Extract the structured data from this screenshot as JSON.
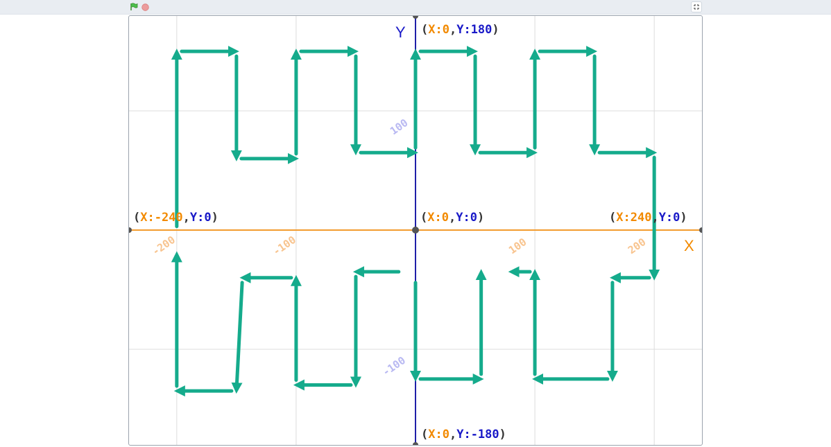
{
  "toolbar": {
    "green_flag_icon": "flag-icon",
    "stop_icon": "stop-sign-icon",
    "fullscreen_icon": "fullscreen-exit-icon"
  },
  "stage": {
    "x_axis_label": "X",
    "y_axis_label": "Y",
    "colors": {
      "x_axis": "#f39c2e",
      "y_axis": "#1f1fa8",
      "grid": "#dcdcdc",
      "path": "#15ab8c",
      "x_text": "#f28a00",
      "y_text": "#1a1ac8",
      "paren": "#333333"
    },
    "coord_labels": {
      "top": {
        "x_part": "X:0",
        "y_part": "Y:180"
      },
      "bottom": {
        "x_part": "X:0",
        "y_part": "Y:-180"
      },
      "left": {
        "x_part": "X:-240",
        "y_part": "Y:0"
      },
      "right": {
        "x_part": "X:240",
        "y_part": "Y:0"
      },
      "origin": {
        "x_part": "X:0",
        "y_part": "Y:0"
      }
    },
    "x_ticks": [
      "-200",
      "-100",
      "100",
      "200"
    ],
    "y_ticks": [
      "100",
      "-100"
    ],
    "path_top": [
      [
        -200,
        -1
      ],
      [
        -200,
        150
      ],
      [
        -150,
        150
      ],
      [
        -150,
        60
      ],
      [
        -100,
        60
      ],
      [
        -100,
        150
      ],
      [
        -50,
        150
      ],
      [
        -50,
        65
      ],
      [
        0,
        65
      ],
      [
        0,
        150
      ],
      [
        50,
        150
      ],
      [
        50,
        65
      ],
      [
        100,
        65
      ],
      [
        100,
        150
      ],
      [
        150,
        150
      ],
      [
        150,
        65
      ],
      [
        200,
        65
      ],
      [
        200,
        -40
      ],
      [
        165,
        -40
      ],
      [
        165,
        -125
      ],
      [
        100,
        -125
      ],
      [
        100,
        -35
      ],
      [
        80,
        -35
      ]
    ],
    "path_bottom": [
      [
        -10,
        -35
      ],
      [
        -50,
        -35
      ],
      [
        -50,
        -130
      ],
      [
        -100,
        -130
      ],
      [
        -100,
        -40
      ],
      [
        -145,
        -40
      ],
      [
        -150,
        -135
      ],
      [
        -200,
        -135
      ],
      [
        -200,
        -20
      ]
    ],
    "path_middle": [
      [
        0,
        -40
      ],
      [
        0,
        -125
      ],
      [
        55,
        -125
      ],
      [
        55,
        -35
      ]
    ]
  }
}
